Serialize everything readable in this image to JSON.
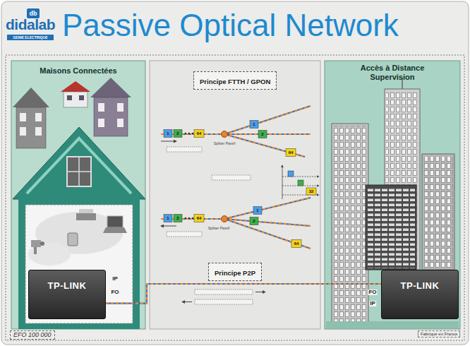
{
  "diagram": {
    "title": "Passive Optical Network",
    "nodes": [
      {
        "text": [
          "Maisons Connectées"
        ]
      },
      {
        "text": [
          "TP-LINK"
        ],
        "in": 0
      },
      {
        "text": [
          "Principe FTTH / GPON"
        ]
      },
      {
        "text": [
          "Principe P2P"
        ]
      },
      {
        "text": [
          "Accès à Distance Supervision"
        ]
      },
      {
        "text": [
          "TP-LINK"
        ],
        "in": 4
      }
    ],
    "edges": [
      {
        "from": 1,
        "to": 5,
        "arrow": "none"
      }
    ],
    "labels": [
      "db",
      "didalab",
      "GENIE ELECTRIQUE",
      "1",
      "2",
      "64",
      "Splitter Passif",
      "1",
      "2",
      "64",
      "32",
      "1",
      "2",
      "64",
      "Splitter Passif",
      "1",
      "2",
      "64",
      "IP",
      "FO",
      "FO",
      "IP",
      "EFO 100 000",
      "Fabriqué en France"
    ]
  }
}
